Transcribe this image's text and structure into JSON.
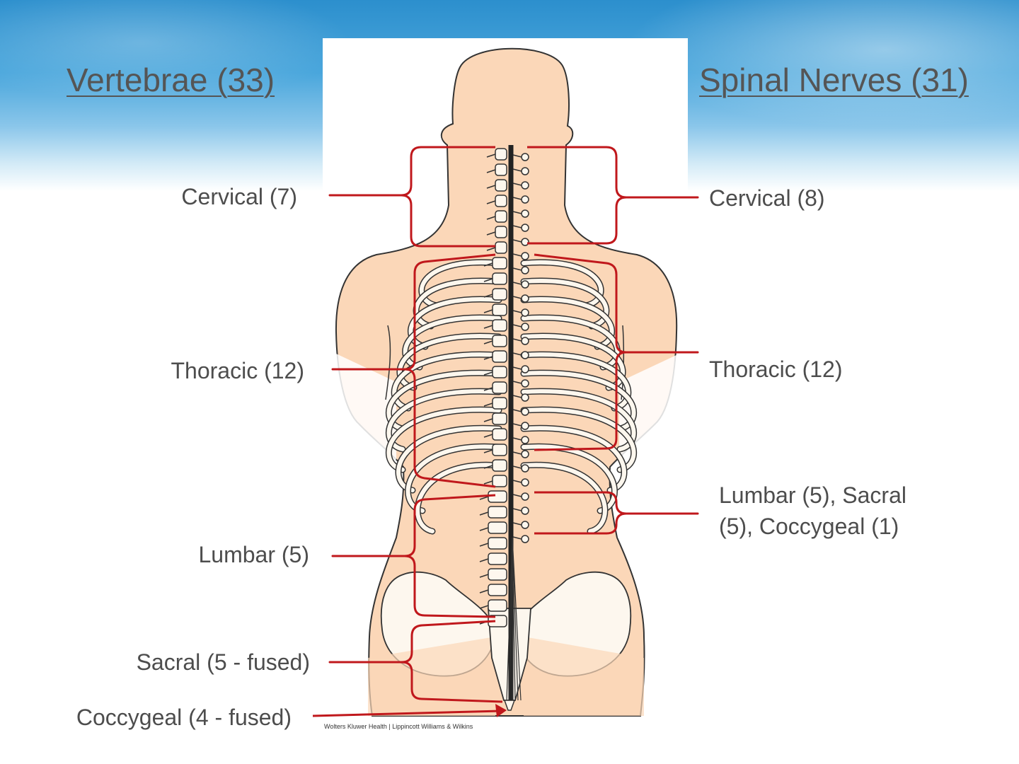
{
  "headings": {
    "vertebrae": "Vertebrae (33)",
    "spinal_nerves": "Spinal Nerves (31)"
  },
  "vertebrae_labels": {
    "cervical": "Cervical (7)",
    "thoracic": "Thoracic (12)",
    "lumbar": "Lumbar (5)",
    "sacral": "Sacral (5 - fused)",
    "coccygeal": "Coccygeal (4 - fused)"
  },
  "nerve_labels": {
    "cervical": "Cervical (8)",
    "thoracic": "Thoracic (12)",
    "lumbar_sacral_line1": "Lumbar (5), Sacral",
    "lumbar_sacral_line2": "(5), Coccygeal (1)"
  },
  "credit": "Wolters Kluwer Health | Lippincott Williams & Wilkins",
  "colors": {
    "bracket": "#c0181c",
    "skin": "#fbd7b8",
    "bone": "#fdf7ee",
    "heading_text": "#555555",
    "label_text": "#4d4d4d",
    "background_top": "#2c8fcd"
  }
}
